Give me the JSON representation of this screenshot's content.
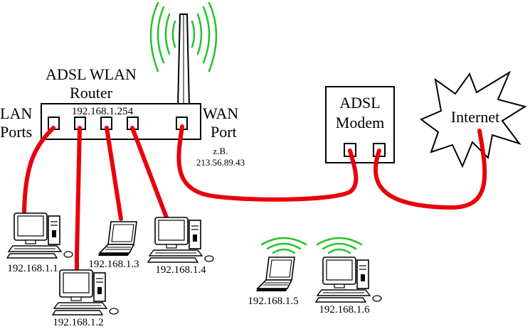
{
  "router": {
    "title_line1": "ADSL WLAN",
    "title_line2": "Router",
    "lan_ip": "192.168.1.254",
    "lan_label_line1": "LAN",
    "lan_label_line2": "Ports",
    "wan_label_line1": "WAN",
    "wan_label_line2": "Port",
    "wan_example_line1": "z.B.",
    "wan_example_line2": "213.56.89.43"
  },
  "modem": {
    "label_line1": "ADSL",
    "label_line2": "Modem"
  },
  "internet": {
    "label": "Internet"
  },
  "devices": [
    {
      "ip": "192.168.1.1",
      "kind": "desktop",
      "connection": "wired"
    },
    {
      "ip": "192.168.1.2",
      "kind": "desktop",
      "connection": "wired"
    },
    {
      "ip": "192.168.1.3",
      "kind": "laptop",
      "connection": "wired"
    },
    {
      "ip": "192.168.1.4",
      "kind": "desktop",
      "connection": "wired"
    },
    {
      "ip": "192.168.1.5",
      "kind": "laptop",
      "connection": "wireless"
    },
    {
      "ip": "192.168.1.6",
      "kind": "desktop",
      "connection": "wireless"
    }
  ],
  "colors": {
    "cable": "#e8000b",
    "wifi": "#22c32a"
  }
}
